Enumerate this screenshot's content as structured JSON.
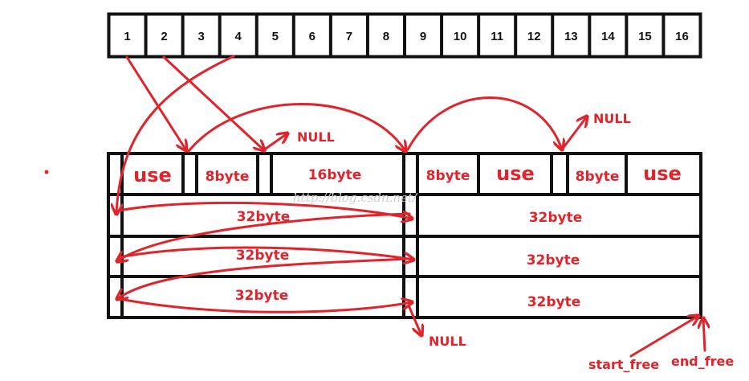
{
  "colors": {
    "ink": "#111111",
    "accent": "#e0242c",
    "watermark": "#cfcfcf"
  },
  "free_list_indices": [
    "1",
    "2",
    "3",
    "4",
    "5",
    "6",
    "7",
    "8",
    "9",
    "10",
    "11",
    "12",
    "13",
    "14",
    "15",
    "16"
  ],
  "blocks": {
    "use_1": "use",
    "size_8byte_1": "8byte",
    "size_16byte": "16byte",
    "size_8byte_2": "8byte",
    "use_2": "use",
    "size_8byte_3": "8byte",
    "use_3": "use",
    "row1_left": "32byte",
    "row1_right": "32byte",
    "row2_left": "32byte",
    "row2_right": "32byte",
    "row3_left": "32byte",
    "row3_right": "32byte"
  },
  "null_labels": {
    "top_1": "NULL",
    "top_2": "NULL",
    "bottom": "NULL"
  },
  "pointers": {
    "start": "start_free",
    "end": "end_free"
  },
  "watermark": "http://blog.csdn.net/"
}
